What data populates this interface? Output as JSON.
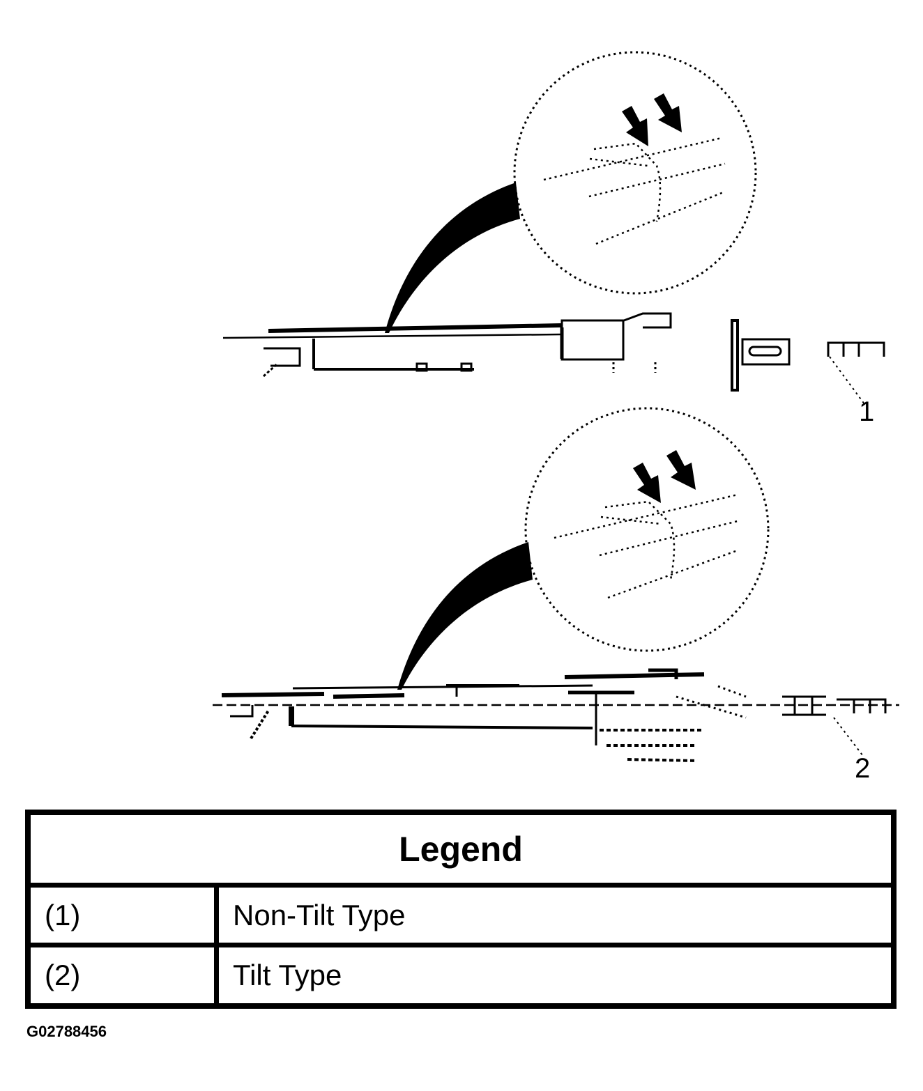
{
  "diagram": {
    "callouts": [
      "1",
      "2"
    ]
  },
  "legend": {
    "title": "Legend",
    "rows": [
      {
        "num": "(1)",
        "desc": "Non-Tilt Type"
      },
      {
        "num": "(2)",
        "desc": "Tilt Type"
      }
    ]
  },
  "figure_id": "G02788456"
}
